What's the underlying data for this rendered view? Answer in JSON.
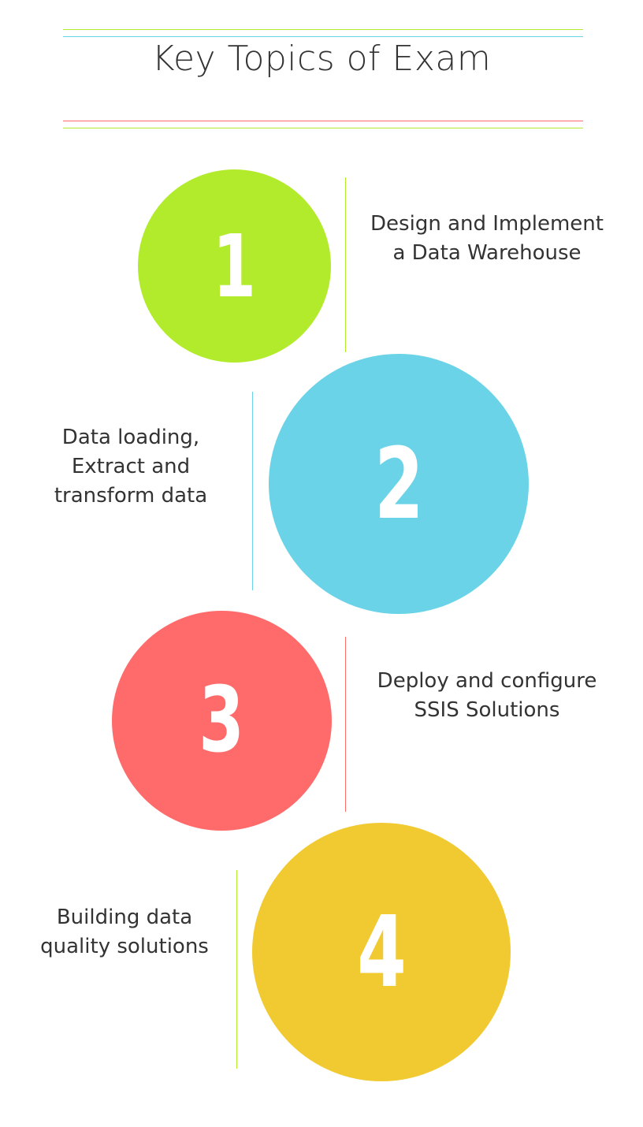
{
  "title": "Key Topics of Exam",
  "colors": {
    "green": "#b2eb2b",
    "blue": "#6ad3e7",
    "red": "#ff6b6b",
    "yellow": "#f1c930",
    "text": "#333333"
  },
  "topics": [
    {
      "number": "1",
      "lines": [
        "Design and Implement",
        "a Data Warehouse"
      ]
    },
    {
      "number": "2",
      "lines": [
        "Data loading,",
        "Extract and",
        "transform data"
      ]
    },
    {
      "number": "3",
      "lines": [
        "Deploy and configure",
        "SSIS Solutions"
      ]
    },
    {
      "number": "4",
      "lines": [
        "Building data",
        "quality solutions"
      ]
    }
  ]
}
